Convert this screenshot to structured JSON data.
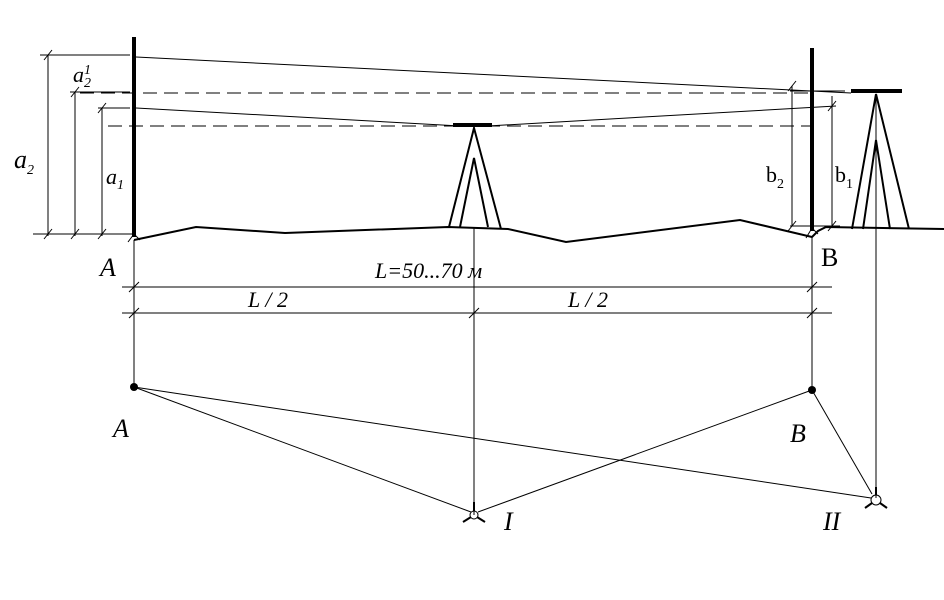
{
  "labels": {
    "a2": "a",
    "a2_sub": "2",
    "a2p": "a",
    "a2p_sub": "2",
    "a2p_sup": "1",
    "a1": "a",
    "a1_sub": "1",
    "b2": "b",
    "b2_sub": "2",
    "b1": "b",
    "b1_sub": "1",
    "point_a_top": "A",
    "point_b_top": "B",
    "distance": "L=50...70  м",
    "half_left": "L / 2",
    "half_right": "L / 2",
    "point_a_plan": "A",
    "point_b_plan": "B",
    "station_1": "I",
    "station_2": "II"
  }
}
